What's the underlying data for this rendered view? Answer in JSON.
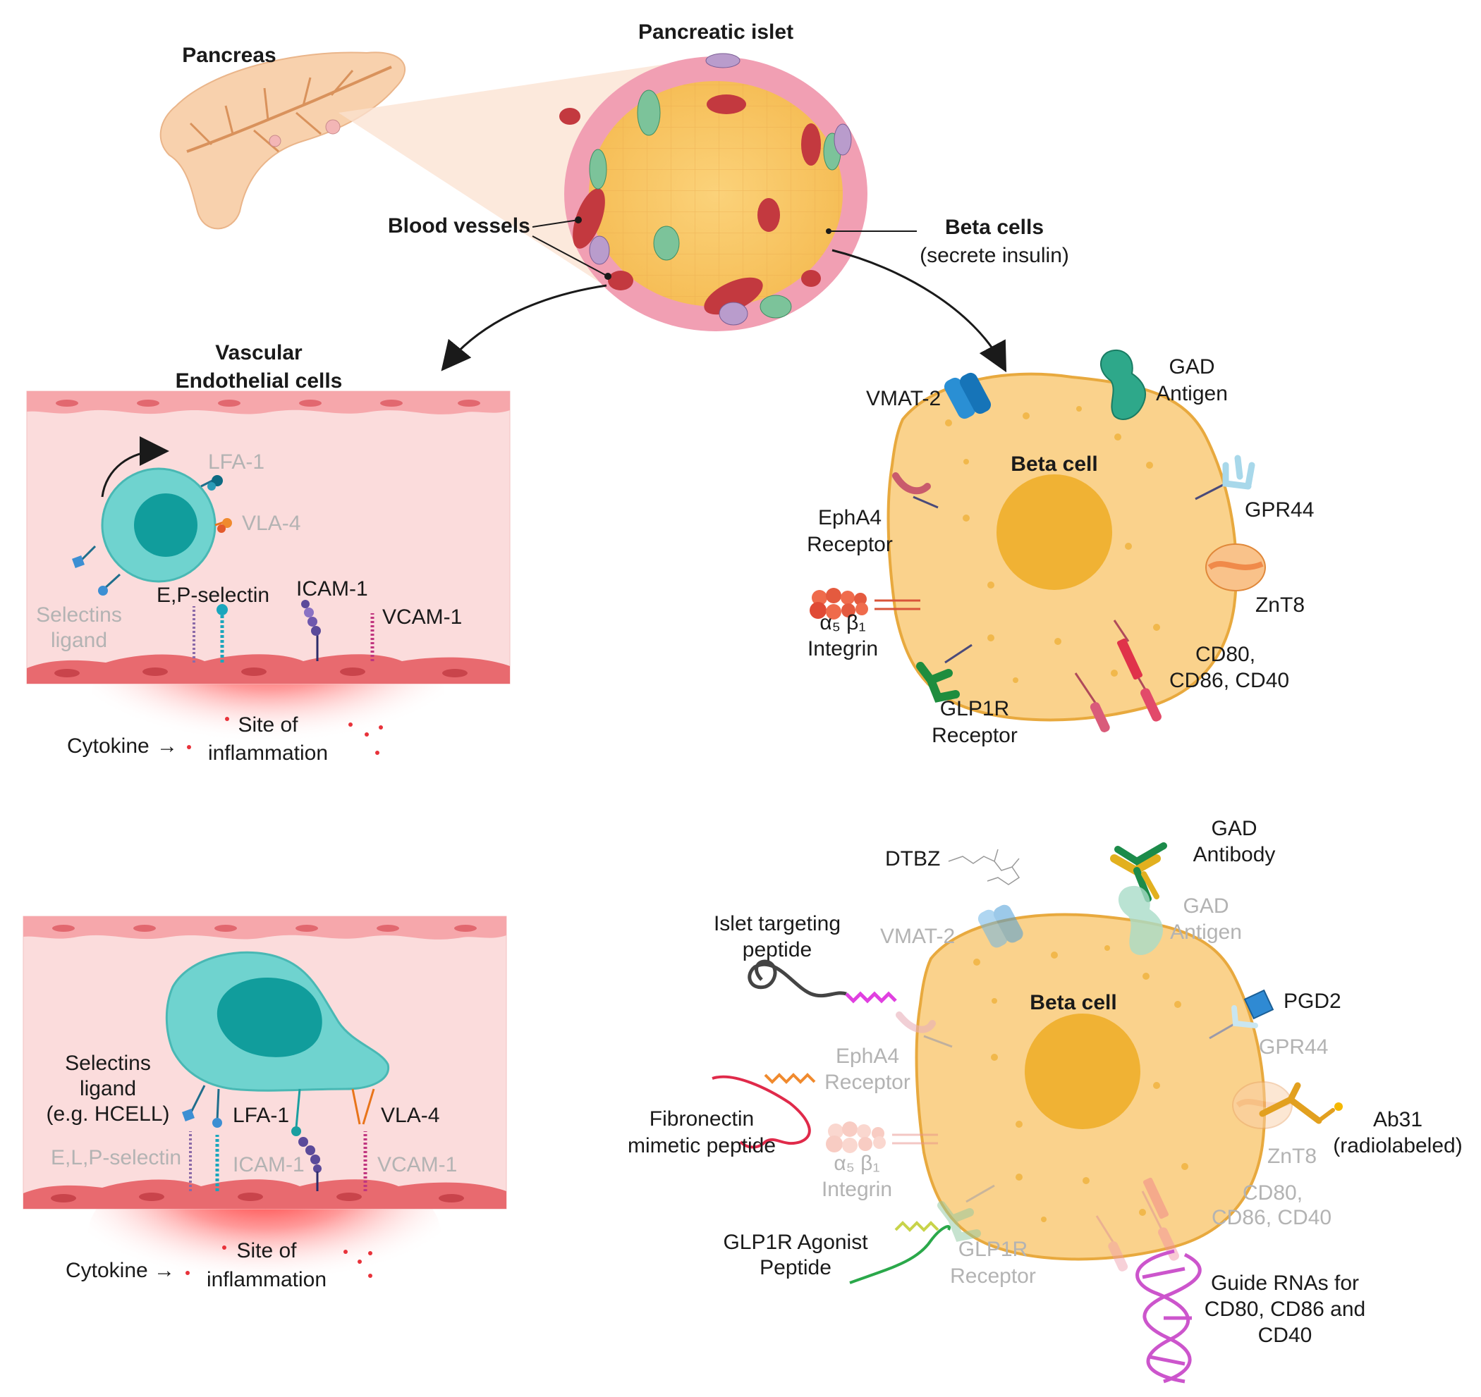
{
  "top": {
    "pancreas": "Pancreas",
    "islet": "Pancreatic islet",
    "blood_vessels": "Blood vessels",
    "beta_cells": "Beta cells",
    "beta_cells_sub": "(secrete  insulin)"
  },
  "vascular": {
    "title_line1": "Vascular",
    "title_line2": "Endothelial cells",
    "top_panel": {
      "lfa1": "LFA-1",
      "vla4": "VLA-4",
      "selectins_ligand_1": "Selectins",
      "selectins_ligand_2": "ligand",
      "ep_selectin": "E,P-selectin",
      "icam1": "ICAM-1",
      "vcam1": "VCAM-1",
      "cytokine": "Cytokine",
      "site_1": "Site of",
      "site_2": "inflammation"
    },
    "bottom_panel": {
      "selectins_ligand_1": "Selectins",
      "selectins_ligand_2": "ligand",
      "selectins_ligand_3": "(e.g. HCELL)",
      "lfa1": "LFA-1",
      "vla4": "VLA-4",
      "elp_selectin": "E,L,P-selectin",
      "icam1": "ICAM-1",
      "vcam1": "VCAM-1",
      "cytokine": "Cytokine",
      "site_1": "Site of",
      "site_2": "inflammation"
    }
  },
  "beta_cell_top": {
    "title": "Beta cell",
    "vmat2": "VMAT-2",
    "gad_1": "GAD",
    "gad_2": "Antigen",
    "gpr44": "GPR44",
    "epha4_1": "EphA4",
    "epha4_2": "Receptor",
    "znt8": "ZnT8",
    "integrin_1": "α₅ β₁",
    "integrin_2": "Integrin",
    "cd_1": "CD80,",
    "cd_2": "CD86,  CD40",
    "glp1r_1": "GLP1R",
    "glp1r_2": "Receptor"
  },
  "beta_cell_bottom": {
    "title": "Beta cell",
    "dtbz": "DTBZ",
    "gad_ab_1": "GAD",
    "gad_ab_2": "Antibody",
    "gad_ag_1": "GAD",
    "gad_ag_2": "Antigen",
    "vmat2": "VMAT-2",
    "islet_pep_1": "Islet targeting",
    "islet_pep_2": "peptide",
    "pgd2": "PGD2",
    "gpr44": "GPR44",
    "epha4_1": "EphA4",
    "epha4_2": "Receptor",
    "fibro_1": "Fibronectin",
    "fibro_2": "mimetic peptide",
    "integrin_1": "α₅ β₁",
    "integrin_2": "Integrin",
    "znt8": "ZnT8",
    "ab31_1": "Ab31",
    "ab31_2": "(radiolabeled)",
    "cd_1": "CD80,",
    "cd_2": "CD86,  CD40",
    "glp1_agonist_1": "GLP1R Agonist",
    "glp1_agonist_2": "Peptide",
    "glp1r_1": "GLP1R",
    "glp1r_2": "Receptor",
    "guide_1": "Guide RNAs for",
    "guide_2": "CD80, CD86 and",
    "guide_3": "CD40"
  },
  "colors": {
    "islet_pink": "#f4a3b5",
    "beta_yellow": "#f8c96b",
    "vessel_red": "#c94046",
    "cell_teal": "#6fd3cf",
    "endo_pink": "#fbdcdc"
  }
}
